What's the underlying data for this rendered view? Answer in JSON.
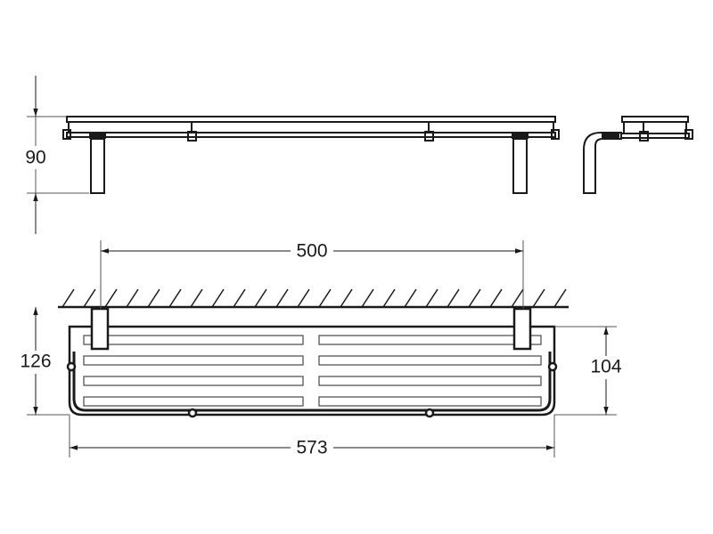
{
  "drawing": {
    "dimensions": {
      "height_side": "90",
      "bracket_spacing": "500",
      "depth_total": "126",
      "depth_shelf": "104",
      "width_total": "573"
    },
    "line_color": "#1a1a1a",
    "dim_color": "#555555"
  }
}
